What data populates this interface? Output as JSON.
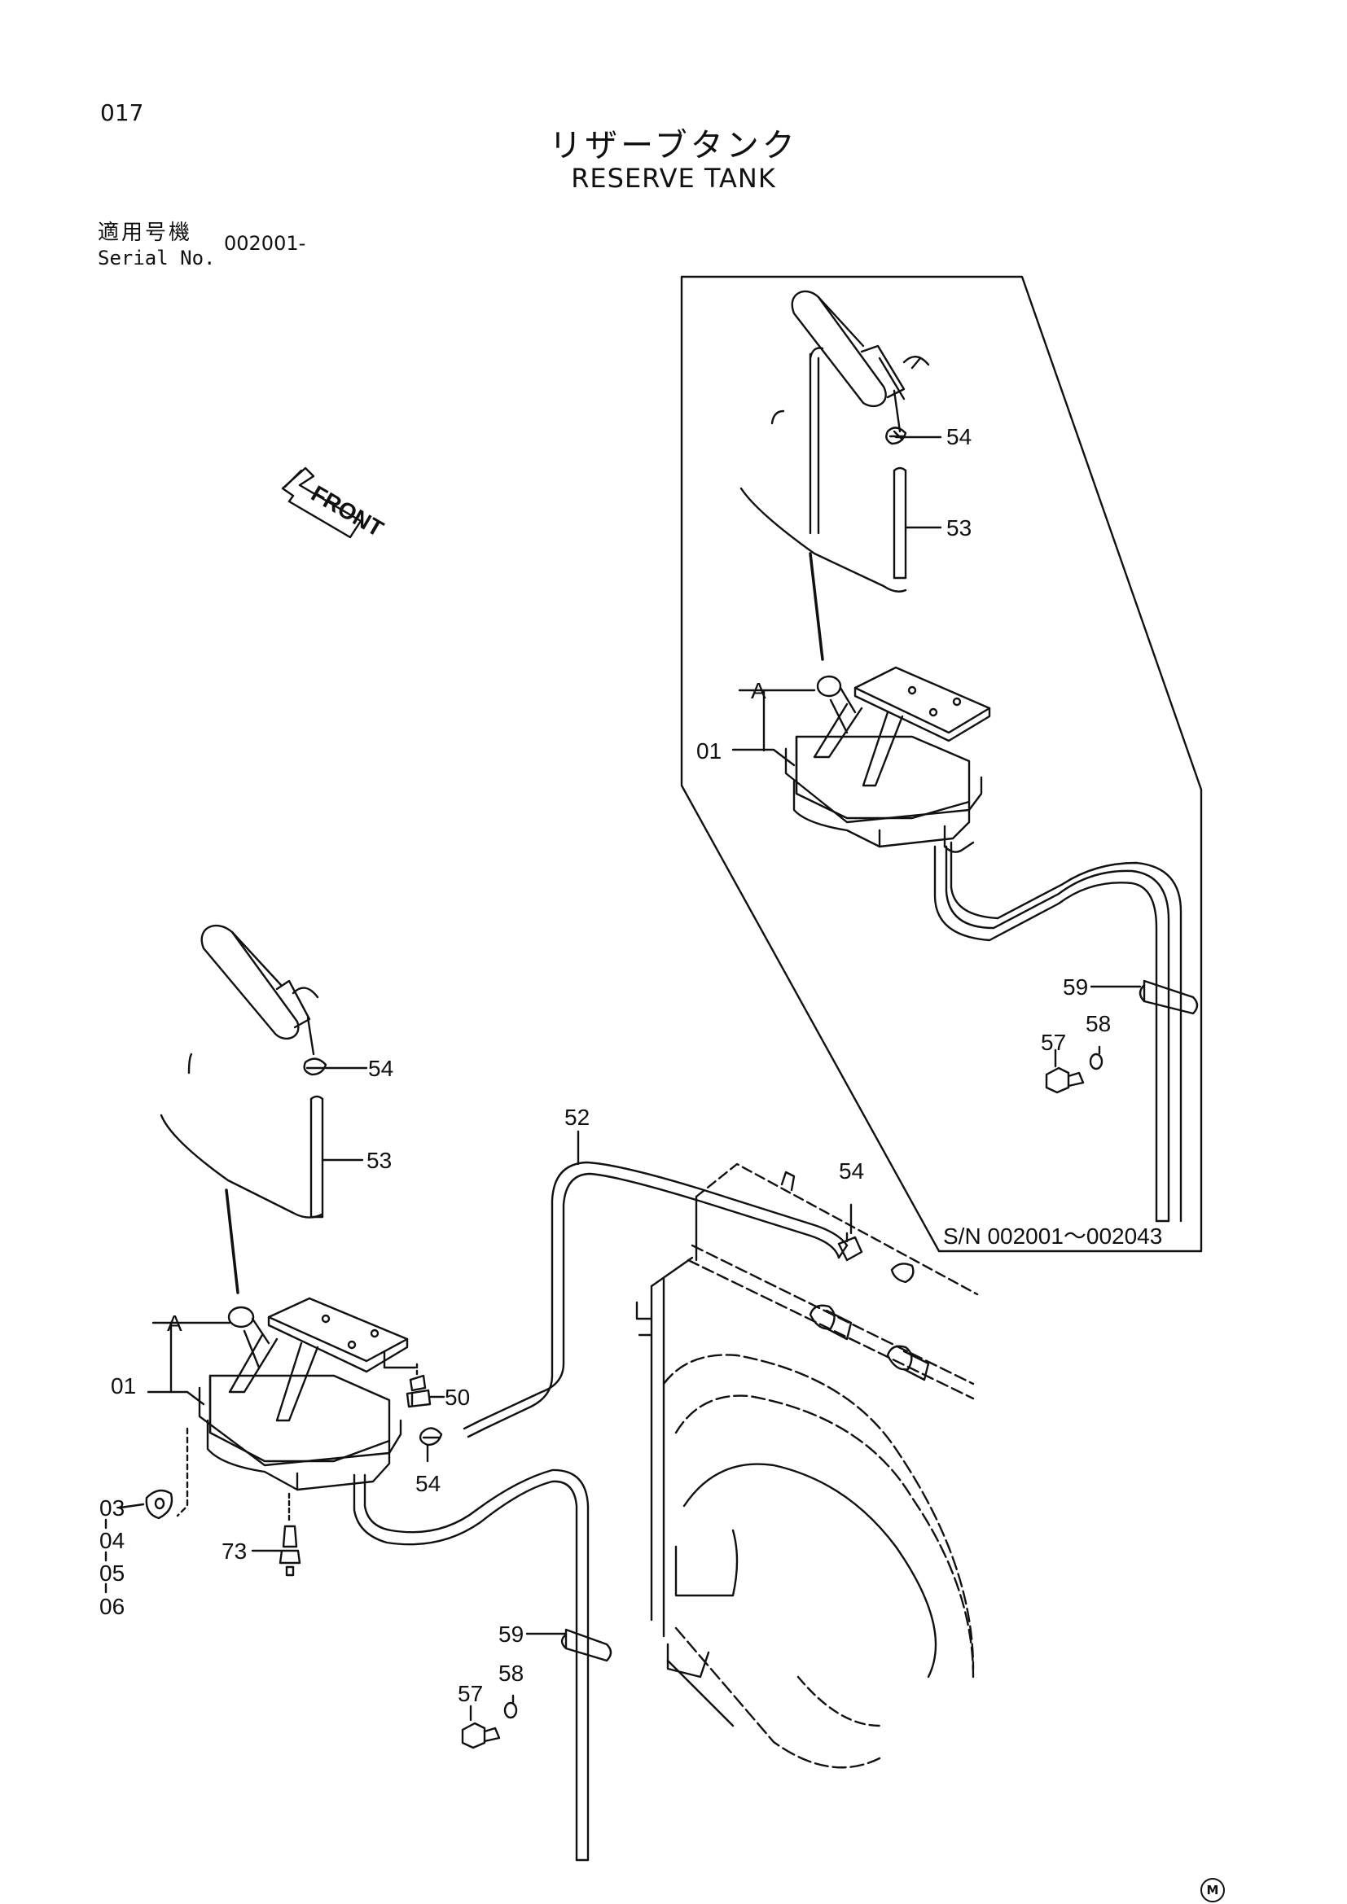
{
  "page_number": "017",
  "title_jp": "リザーブタンク",
  "title_en": "RESERVE TANK",
  "serial": {
    "label_jp": "適用号機",
    "label_en": "Serial No.",
    "value": "002001-"
  },
  "front_label": "FRONT",
  "inset": {
    "sn_label": "S/N 002001～002043",
    "callouts": {
      "tank": "01",
      "detail": "A",
      "clamp": "54",
      "hose": "53",
      "clip": "59",
      "washer": "58",
      "bolt": "57"
    }
  },
  "main": {
    "callouts": {
      "tank": "01",
      "detail": "A",
      "clamp_top": "54",
      "hose_short": "53",
      "hose_long": "52",
      "clamp_radiator": "54",
      "bolt_mount": "50",
      "clamp_bottom": "54",
      "gasket_1": "03",
      "gasket_2": "04",
      "gasket_3": "05",
      "gasket_4": "06",
      "drain_cock": "73",
      "clip": "59",
      "washer": "58",
      "bolt": "57"
    }
  },
  "corner_mark": "M"
}
